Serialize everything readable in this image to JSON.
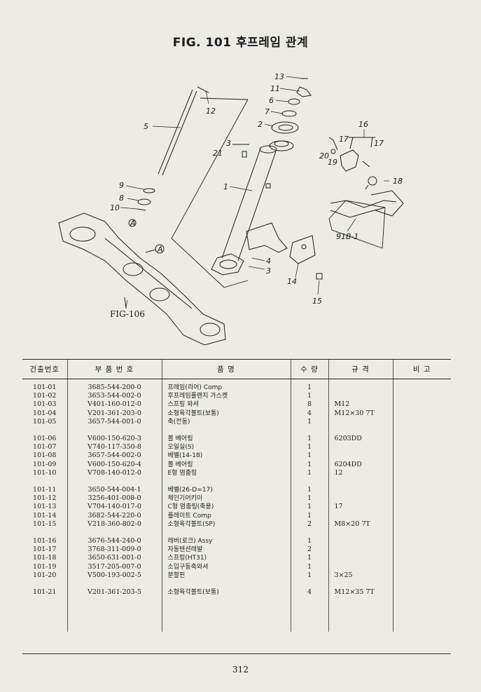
{
  "figure": {
    "title": "FIG. 101 후프레임 관계",
    "crossref": "FIG-106",
    "callouts": {
      "c13": "13",
      "c11": "11",
      "c6": "6",
      "c7": "7",
      "c2": "2",
      "c3a": "3",
      "c21": "21",
      "c1": "1",
      "c5": "5",
      "c12": "12",
      "c9": "9",
      "c8": "8",
      "c10": "10",
      "cA1": "A",
      "cA2": "A",
      "c16": "16",
      "c17a": "17",
      "c17b": "17",
      "c20": "20",
      "c19": "19",
      "c18": "18",
      "c91": "91B-1",
      "c4": "4",
      "c3b": "3",
      "c14": "14",
      "c15": "15"
    }
  },
  "table": {
    "headers": {
      "ref": "건출번호",
      "part_no": "부 품 번 호",
      "name": "품 명",
      "qty": "수 량",
      "spec": "규 격",
      "remark": "비 고"
    },
    "groups": [
      [
        {
          "ref": "101-01",
          "part_no": "3685-544-200-0",
          "name": "프레임(리어) Comp",
          "qty": "1",
          "spec": "",
          "remark": ""
        },
        {
          "ref": "101-02",
          "part_no": "3653-544-002-0",
          "name": "후프레임플랜지 가스켓",
          "qty": "1",
          "spec": "",
          "remark": ""
        },
        {
          "ref": "101-03",
          "part_no": "V401-160-012-0",
          "name": "스프링 와셔",
          "qty": "8",
          "spec": "M12",
          "remark": ""
        },
        {
          "ref": "101-04",
          "part_no": "V201-361-203-0",
          "name": "소형육각볼트(보통)",
          "qty": "4",
          "spec": "M12×30 7T",
          "remark": ""
        },
        {
          "ref": "101-05",
          "part_no": "3657-544-001-0",
          "name": "축(전동)",
          "qty": "1",
          "spec": "",
          "remark": ""
        }
      ],
      [
        {
          "ref": "101-06",
          "part_no": "V600-150-620-3",
          "name": "볼 베어링",
          "qty": "1",
          "spec": "6203DD",
          "remark": ""
        },
        {
          "ref": "101-07",
          "part_no": "V740-117-350-8",
          "name": "오일실(S)",
          "qty": "1",
          "spec": "",
          "remark": ""
        },
        {
          "ref": "101-08",
          "part_no": "3657-544-002-0",
          "name": "베벨(14-18)",
          "qty": "1",
          "spec": "",
          "remark": ""
        },
        {
          "ref": "101-09",
          "part_no": "V600-150-620-4",
          "name": "볼 베어링",
          "qty": "1",
          "spec": "6204DD",
          "remark": ""
        },
        {
          "ref": "101-10",
          "part_no": "V708-140-012-0",
          "name": "E형 멈춤링",
          "qty": "1",
          "spec": "12",
          "remark": ""
        }
      ],
      [
        {
          "ref": "101-11",
          "part_no": "3650-544-004-1",
          "name": "베벨(26-D=17)",
          "qty": "1",
          "spec": "",
          "remark": ""
        },
        {
          "ref": "101-12",
          "part_no": "3256-401-008-0",
          "name": "체인기어키이",
          "qty": "1",
          "spec": "",
          "remark": ""
        },
        {
          "ref": "101-13",
          "part_no": "V704-140-017-0",
          "name": "C형 멈춤링(축용)",
          "qty": "1",
          "spec": "17",
          "remark": ""
        },
        {
          "ref": "101-14",
          "part_no": "3682-544-220-0",
          "name": "플레이트 Comp",
          "qty": "1",
          "spec": "",
          "remark": ""
        },
        {
          "ref": "101-15",
          "part_no": "V218-360-802-0",
          "name": "소형육각볼트(SP)",
          "qty": "2",
          "spec": "M8×20 7T",
          "remark": ""
        }
      ],
      [
        {
          "ref": "101-16",
          "part_no": "3676-544-240-0",
          "name": "레버(로크) Assy",
          "qty": "1",
          "spec": "",
          "remark": ""
        },
        {
          "ref": "101-17",
          "part_no": "3768-311-009-0",
          "name": "자동텐션레발",
          "qty": "2",
          "spec": "",
          "remark": ""
        },
        {
          "ref": "101-18",
          "part_no": "3650-631-001-0",
          "name": "스프링(HT31)",
          "qty": "1",
          "spec": "",
          "remark": ""
        },
        {
          "ref": "101-19",
          "part_no": "3517-205-007-0",
          "name": "소입구동축와셔",
          "qty": "1",
          "spec": "",
          "remark": ""
        },
        {
          "ref": "101-20",
          "part_no": "V500-193-002-5",
          "name": "분할핀",
          "qty": "1",
          "spec": "3×25",
          "remark": ""
        }
      ],
      [
        {
          "ref": "101-21",
          "part_no": "V201-361-203-5",
          "name": "소형육각볼트(보통)",
          "qty": "4",
          "spec": "M12×35 7T",
          "remark": ""
        }
      ]
    ]
  },
  "page_number": "312"
}
